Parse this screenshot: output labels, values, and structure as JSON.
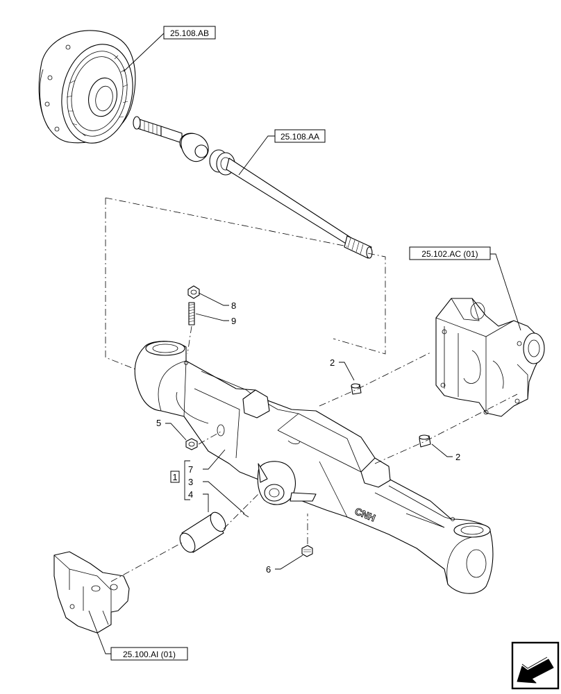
{
  "references": {
    "planetary_hub": "25.108.AB",
    "drive_shaft": "25.108.AA",
    "final_drive_housing": "25.102.AC (01)",
    "axle_support": "25.100.AI (01)"
  },
  "item_numbers": {
    "nut": "8",
    "stud": "9",
    "pin_right_upper": "2",
    "pin_right_lower": "2",
    "plug": "5",
    "group_box": "1",
    "group_item_a": "7",
    "group_item_b": "3",
    "group_item_c": "4",
    "grease_fitting": "6"
  },
  "casting_mark": "CNH",
  "nav_icon": "previous-page-arrow-icon"
}
